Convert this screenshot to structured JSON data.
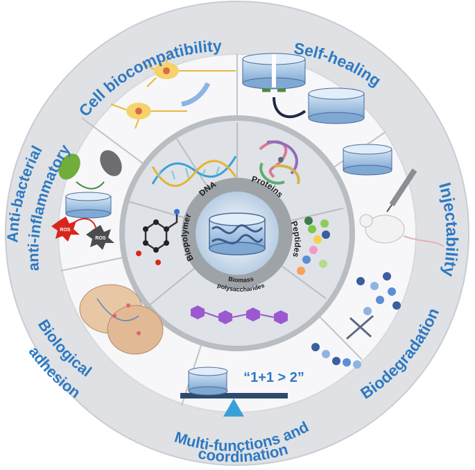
{
  "outer_labels": {
    "cell_biocompatibility": "Cell biocompatibility",
    "self_healing": "Self-healing",
    "injectability": "Injectability",
    "biodegradation": "Biodegradation",
    "multi_functions_line1": "Multi-functions and",
    "multi_functions_line2": "coordination",
    "biological_line1": "Biological",
    "biological_line2": "adhesion",
    "antibacterial_line1": "Anti-bacterial",
    "antibacterial_line2": "anti-inflammatory"
  },
  "inner_labels": {
    "dna": "DNA",
    "proteins": "Proteins",
    "peptides": "Peptides",
    "biopolymer": "Biopolymer",
    "biomass_line1": "Biomass",
    "biomass_line2": "polysaccharides"
  },
  "ros_label": "ROS",
  "synergy_label": "“1+1 > 2”",
  "colors": {
    "ring_outer": "#dfe1e4",
    "ring_edge": "#c9ccd1",
    "label_blue": "#2e79c2",
    "inner_ring": "#b9bdc2",
    "label_ring": "#9ea3a8",
    "center": "#c9d7e6",
    "gel": "#8fb6dc",
    "gel_dark": "#3d5c8c"
  }
}
